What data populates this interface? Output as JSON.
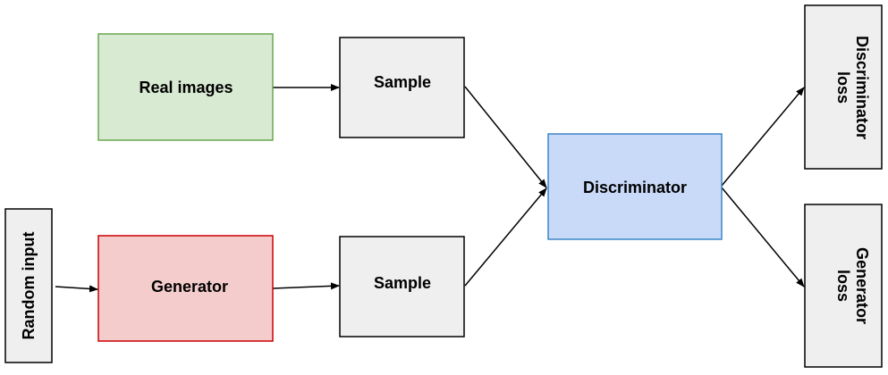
{
  "diagram": {
    "nodes": {
      "real_images": {
        "label": "Real images",
        "fill": "#d9ead3",
        "stroke": "#6aa84f"
      },
      "sample_top": {
        "label": "Sample",
        "fill": "#efefef",
        "stroke": "#000000"
      },
      "random_input": {
        "label": "Random input",
        "fill": "#efefef",
        "stroke": "#000000"
      },
      "generator": {
        "label": "Generator",
        "fill": "#f4cccc",
        "stroke": "#cc0000"
      },
      "sample_bottom": {
        "label": "Sample",
        "fill": "#efefef",
        "stroke": "#000000"
      },
      "discriminator": {
        "label": "Discriminator",
        "fill": "#c9daf8",
        "stroke": "#3d85c6"
      },
      "discriminator_loss": {
        "label_line1": "Discriminator",
        "label_line2": "loss",
        "fill": "#efefef",
        "stroke": "#000000"
      },
      "generator_loss": {
        "label_line1": "Generator",
        "label_line2": "loss",
        "fill": "#efefef",
        "stroke": "#000000"
      }
    },
    "edges": [
      {
        "from": "real_images",
        "to": "sample_top"
      },
      {
        "from": "random_input",
        "to": "generator"
      },
      {
        "from": "generator",
        "to": "sample_bottom"
      },
      {
        "from": "sample_top",
        "to": "discriminator"
      },
      {
        "from": "sample_bottom",
        "to": "discriminator"
      },
      {
        "from": "discriminator",
        "to": "discriminator_loss"
      },
      {
        "from": "discriminator",
        "to": "generator_loss"
      }
    ]
  }
}
